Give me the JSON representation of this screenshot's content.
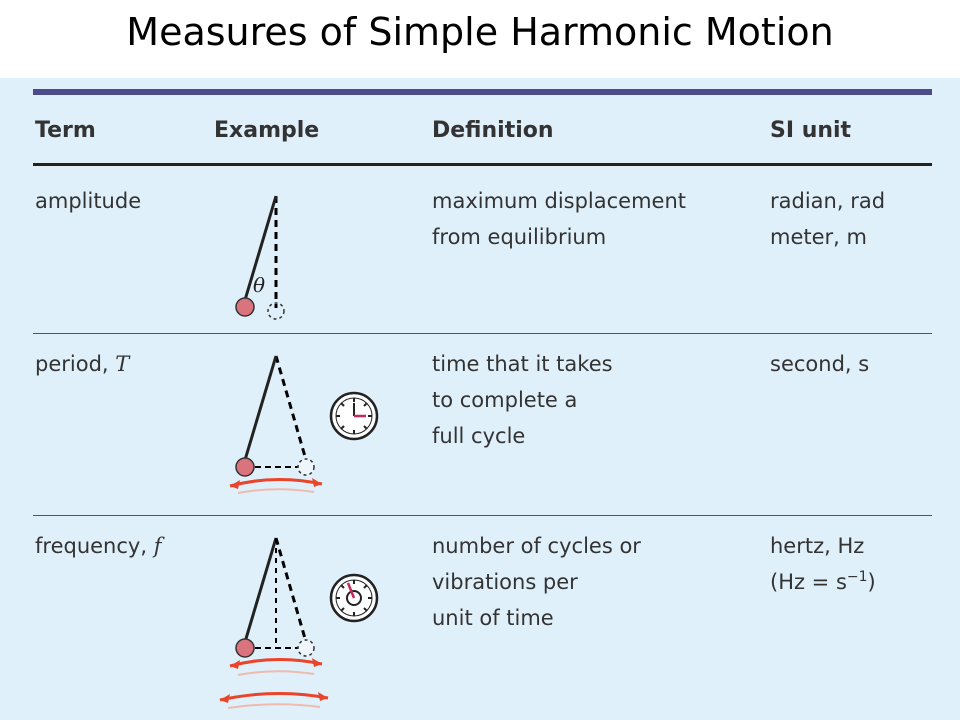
{
  "title": "Measures of Simple Harmonic Motion",
  "headers": {
    "term": "Term",
    "example": "Example",
    "definition": "Definition",
    "si_unit": "SI unit"
  },
  "rows": [
    {
      "term": "amplitude",
      "definition": [
        "maximum displacement",
        "from equilibrium"
      ],
      "si_unit": [
        "radian, rad",
        "meter, m"
      ],
      "example_label": "θ"
    },
    {
      "term_text": "period, ",
      "term_symbol": "T",
      "definition": [
        "time that it takes",
        "to complete a",
        "full cycle"
      ],
      "si_unit": [
        "second, s"
      ]
    },
    {
      "term_text": "frequency, ",
      "term_symbol": "f",
      "definition": [
        "number of cycles or",
        "vibrations per",
        "unit of time"
      ],
      "si_unit": [
        "hertz, Hz"
      ],
      "si_formula": {
        "prefix": "(Hz = s",
        "exponent": "−1",
        "suffix": ")"
      }
    }
  ],
  "colors": {
    "bob": "#d9737e",
    "arrow": "#e8452a",
    "accent": "#c8285a",
    "bar": "#4c4c8c",
    "panel": "#dff0fa"
  }
}
